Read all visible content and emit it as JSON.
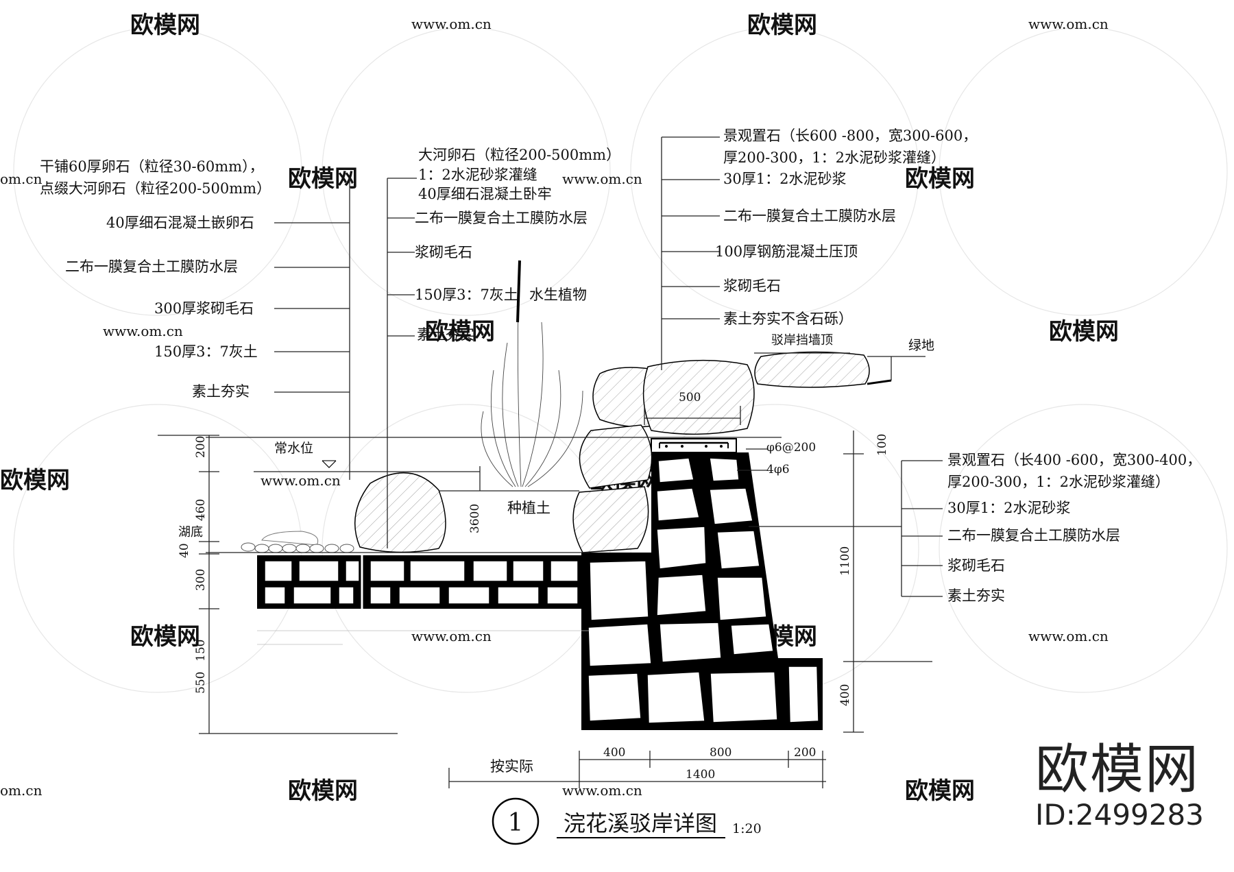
{
  "watermark": {
    "brand": "欧模网",
    "url": "www.om.cn",
    "short_url": "om.cn"
  },
  "branding": {
    "name": "欧模网",
    "id": "ID:2499283"
  },
  "title": {
    "number": "1",
    "text": "浣花溪驳岸详图",
    "scale": "1:20"
  },
  "callouts_left": [
    "干铺60厚卵石（粒径30-60mm），",
    "点缀大河卵石（粒径200-500mm）",
    "40厚细石混凝土嵌卵石",
    "二布一膜复合土工膜防水层",
    "300厚浆砌毛石",
    "150厚3：7灰土",
    "素土夯实"
  ],
  "callouts_mid": [
    "大河卵石（粒径200-500mm）",
    "1：2水泥砂浆灌缝",
    "40厚细石混凝土卧牢",
    "二布一膜复合土工膜防水层",
    "浆砌毛石",
    "150厚3：7灰土",
    "素土夯实"
  ],
  "callouts_top_right": [
    "景观置石（长600 -800，宽300-600，",
    "厚200-300，1：2水泥砂浆灌缝）",
    "30厚1：2水泥砂浆",
    "二布一膜复合土工膜防水层",
    "100厚钢筋混凝土压顶",
    "浆砌毛石",
    "素土夯实不含石砾）"
  ],
  "callouts_right": [
    "景观置石（长400 -600，宽300-400，",
    "厚200-300，1：2水泥砂浆灌缝）",
    "30厚1：2水泥砂浆",
    "二布一膜复合土工膜防水层",
    "浆砌毛石",
    "素土夯实"
  ],
  "labels": {
    "aquatic_plant": "水生植物",
    "retaining_wall_top": "驳岸挡墙顶",
    "green_land": "绿地",
    "normal_water_level": "常水位",
    "lake_bottom": "湖底",
    "planting_soil": "种植土",
    "rebar_1": "φ6@200",
    "rebar_2": "4φ6",
    "as_actual": "按实际"
  },
  "dimensions": {
    "left_200": "200",
    "left_460": "460",
    "left_40": "40",
    "left_300": "300",
    "left_150": "150",
    "left_550": "550",
    "cap_500": "500",
    "soil_3600": "3600",
    "right_100": "100",
    "right_1100": "1100",
    "right_400": "400",
    "bottom_400": "400",
    "bottom_800": "800",
    "bottom_200": "200",
    "bottom_1400": "1400"
  }
}
